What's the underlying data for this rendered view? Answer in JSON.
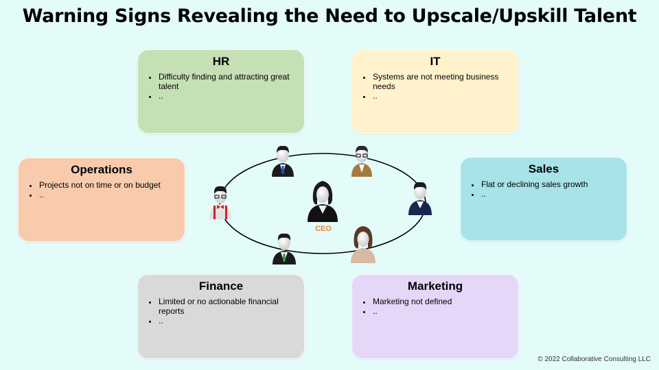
{
  "title": "Warning Signs Revealing the Need to Upscale/Upskill Talent",
  "ceo_label": "CEO",
  "copyright": "© 2022 Collaborative Consulting LLC",
  "boxes": {
    "hr": {
      "title": "HR",
      "items": [
        "Difficulty finding and attracting great talent",
        ".."
      ],
      "color": "#c5e0b4"
    },
    "it": {
      "title": "IT",
      "items": [
        "Systems are not meeting business needs",
        ".."
      ],
      "color": "#fff2cc"
    },
    "operations": {
      "title": "Operations",
      "items": [
        "Projects not on time or on budget",
        ".."
      ],
      "color": "#f8cbad"
    },
    "sales": {
      "title": "Sales",
      "items": [
        "Flat or declining sales growth",
        ".."
      ],
      "color": "#a8e3e7"
    },
    "finance": {
      "title": "Finance",
      "items": [
        "Limited or no actionable financial reports",
        ".."
      ],
      "color": "#d9d9d9"
    },
    "marketing": {
      "title": "Marketing",
      "items": [
        "Marketing not defined",
        ".."
      ],
      "color": "#e4d7f8"
    }
  },
  "figures": [
    {
      "role": "ceo",
      "icon": "ceo-person-icon"
    },
    {
      "role": "hr",
      "icon": "person-blue-tie-icon"
    },
    {
      "role": "it",
      "icon": "person-glasses-icon"
    },
    {
      "role": "sales",
      "icon": "person-navy-sweater-icon"
    },
    {
      "role": "marketing",
      "icon": "woman-person-icon"
    },
    {
      "role": "finance",
      "icon": "person-green-tie-icon"
    },
    {
      "role": "operations",
      "icon": "person-bowtie-icon"
    }
  ]
}
